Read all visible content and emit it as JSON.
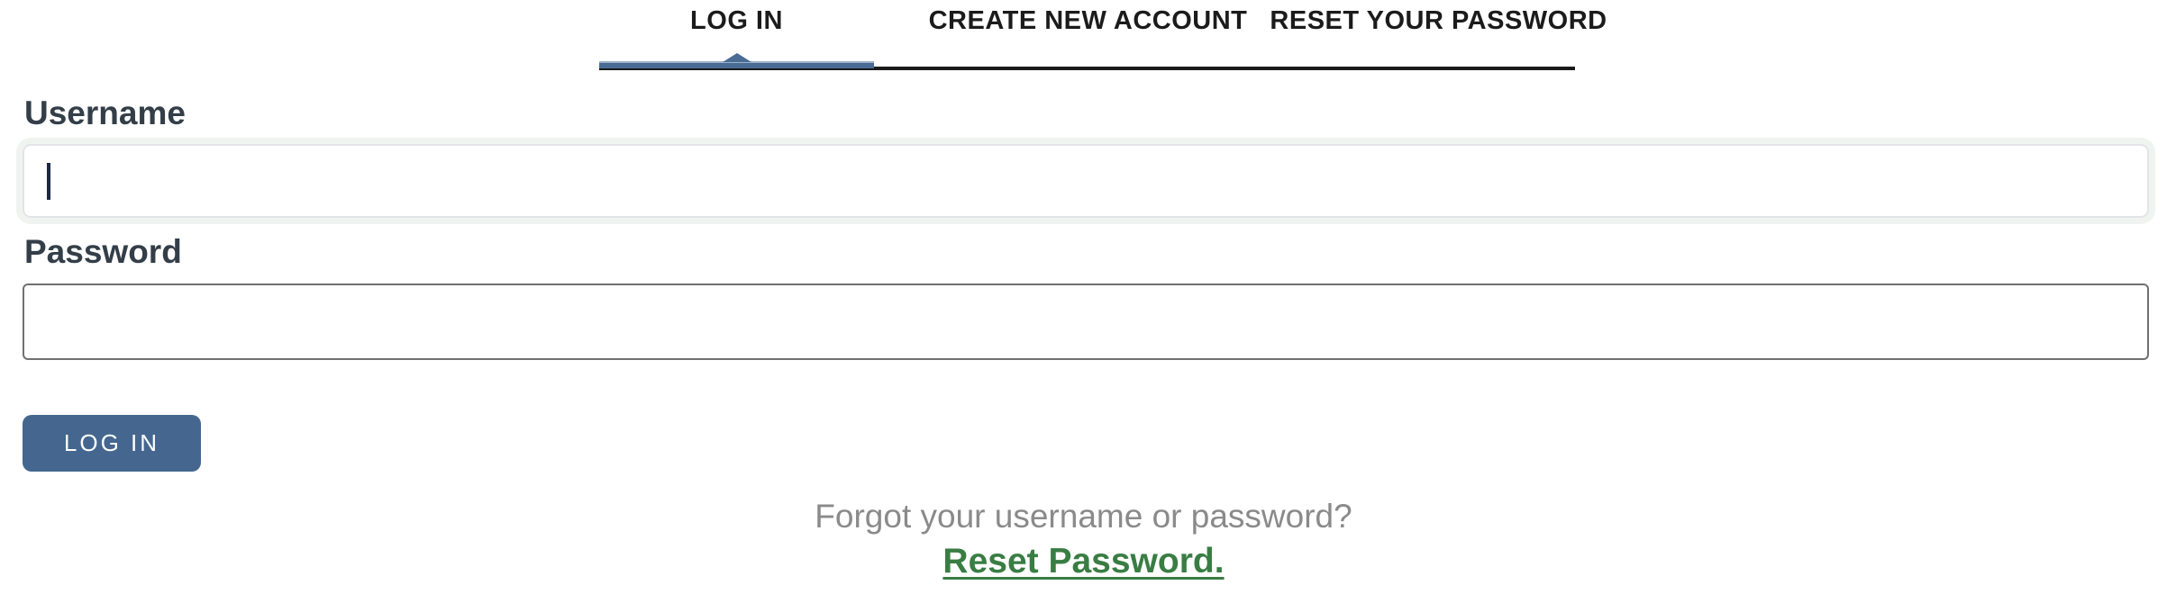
{
  "tab_bar": {
    "tabs": [
      {
        "label": "LOG IN",
        "active": true
      },
      {
        "label": "CREATE NEW ACCOUNT",
        "active": false
      },
      {
        "label": "RESET YOUR PASSWORD",
        "active": false
      }
    ]
  },
  "form": {
    "username": {
      "label": "Username",
      "value": "",
      "focused": true
    },
    "password": {
      "label": "Password",
      "value": ""
    },
    "submit_label": "LOG IN"
  },
  "footer": {
    "prompt": "Forgot your username or password?",
    "link": "Reset Password."
  },
  "colors": {
    "accent_blue": "#45678f",
    "tab_indicator_blue": "#4a6b94",
    "tab_underline_black": "#1a1a1a",
    "label_color": "#333e48",
    "muted_text": "#8a8a8a",
    "link_green": "#397d43",
    "username_border": "#e2e4e8",
    "password_border": "#707070",
    "focus_ring": "#f0f4f1",
    "caret_color": "#1b2945"
  }
}
